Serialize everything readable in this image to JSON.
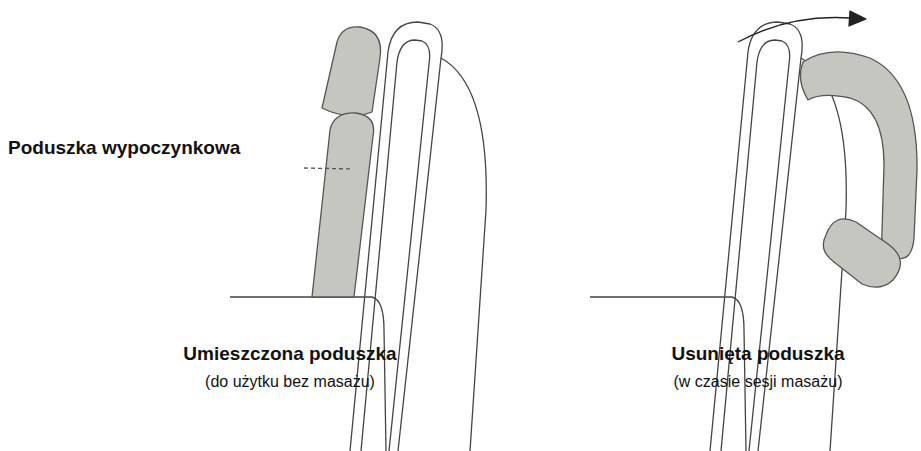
{
  "diagram": {
    "labels": [
      "Poduszka wypoczynkowa",
      "Umieszczona poduszka",
      "(do użytku bez masażu)",
      "Usunięta poduszka",
      "(w czasie sesji masażu)"
    ]
  }
}
